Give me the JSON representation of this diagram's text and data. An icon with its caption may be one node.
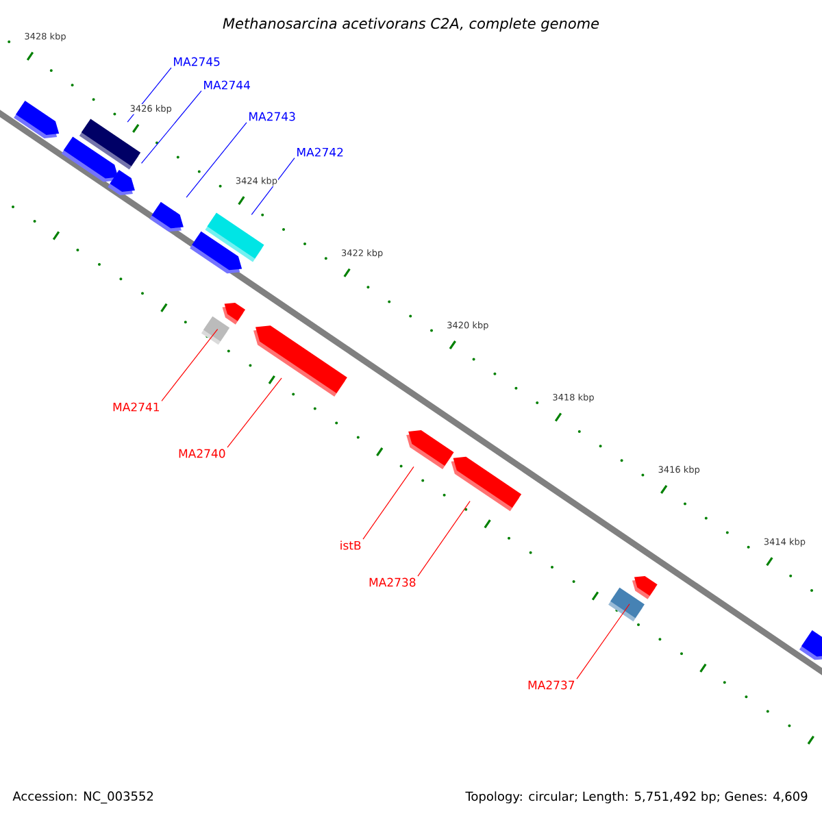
{
  "diagram": {
    "title": "Methanosarcina acetivorans C2A, complete genome",
    "nodes": [
      {
        "text": [],
        "shape": "arrow"
      },
      {
        "text": [],
        "shape": "box"
      },
      {
        "text": [],
        "shape": "arrow"
      },
      {
        "text": [],
        "shape": "arrow"
      },
      {
        "text": [],
        "shape": "arrow"
      },
      {
        "text": [],
        "shape": "box"
      },
      {
        "text": [],
        "shape": "arrow"
      },
      {
        "text": [],
        "shape": "arrow"
      },
      {
        "text": [],
        "shape": "box"
      },
      {
        "text": [],
        "shape": "arrow"
      },
      {
        "text": [],
        "shape": "arrow"
      },
      {
        "text": [],
        "shape": "arrow"
      },
      {
        "text": [],
        "shape": "arrow"
      },
      {
        "text": [],
        "shape": "box"
      },
      {
        "text": [],
        "shape": "arrow"
      },
      {
        "text": [
          "MA2745"
        ]
      },
      {
        "text": [
          "MA2744"
        ]
      },
      {
        "text": [
          "MA2743"
        ]
      },
      {
        "text": [
          "MA2742"
        ]
      },
      {
        "text": [
          "MA2741"
        ]
      },
      {
        "text": [
          "MA2740"
        ]
      },
      {
        "text": [
          "istB"
        ]
      },
      {
        "text": [
          "MA2738"
        ]
      },
      {
        "text": [
          "MA2737"
        ]
      }
    ],
    "edges": [
      {
        "from": 15,
        "to": 1,
        "arrow": "none",
        "color": "#0000ff"
      },
      {
        "from": 16,
        "to": 3,
        "arrow": "none",
        "color": "#0000ff"
      },
      {
        "from": 17,
        "to": 4,
        "arrow": "none",
        "color": "#0000ff"
      },
      {
        "from": 18,
        "to": 5,
        "arrow": "none",
        "color": "#0000ff"
      },
      {
        "from": 19,
        "to": 7,
        "arrow": "none"
      },
      {
        "from": 20,
        "to": 9,
        "arrow": "none"
      },
      {
        "from": 21,
        "to": 10,
        "arrow": "none"
      },
      {
        "from": 22,
        "to": 11,
        "arrow": "none"
      },
      {
        "from": 23,
        "to": 12,
        "arrow": "none"
      }
    ],
    "labels": [
      "3428 kbp",
      "3426 kbp",
      "3424 kbp",
      "3422 kbp",
      "3420 kbp",
      "3418 kbp",
      "3416 kbp",
      "3414 kbp",
      "Accession: NC_003552",
      "Topology: circular; Length: 5,751,492 bp; Genes: 4,609"
    ]
  }
}
